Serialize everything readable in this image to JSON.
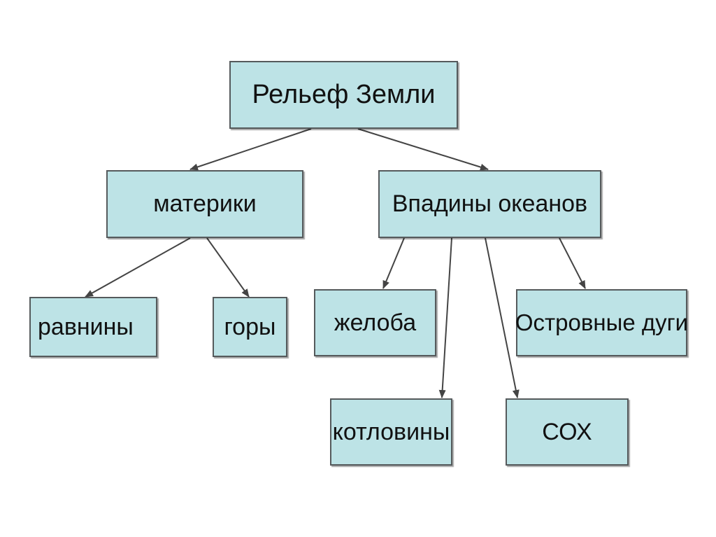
{
  "diagram": {
    "root": {
      "label": "Рельеф Земли"
    },
    "continents": {
      "label": "материки"
    },
    "ocean_basins": {
      "label": "Впадины океанов"
    },
    "plains": {
      "label": "равнины"
    },
    "mountains": {
      "label": "горы"
    },
    "trenches": {
      "label": "желоба"
    },
    "island_arcs": {
      "label": "Островные дуги"
    },
    "hollows": {
      "label": "котловины"
    },
    "mid_ocean_ridges": {
      "label": "СОХ"
    },
    "colors": {
      "box_fill": "#bde3e6",
      "box_border": "#555a5c",
      "arrow": "#444444"
    }
  }
}
